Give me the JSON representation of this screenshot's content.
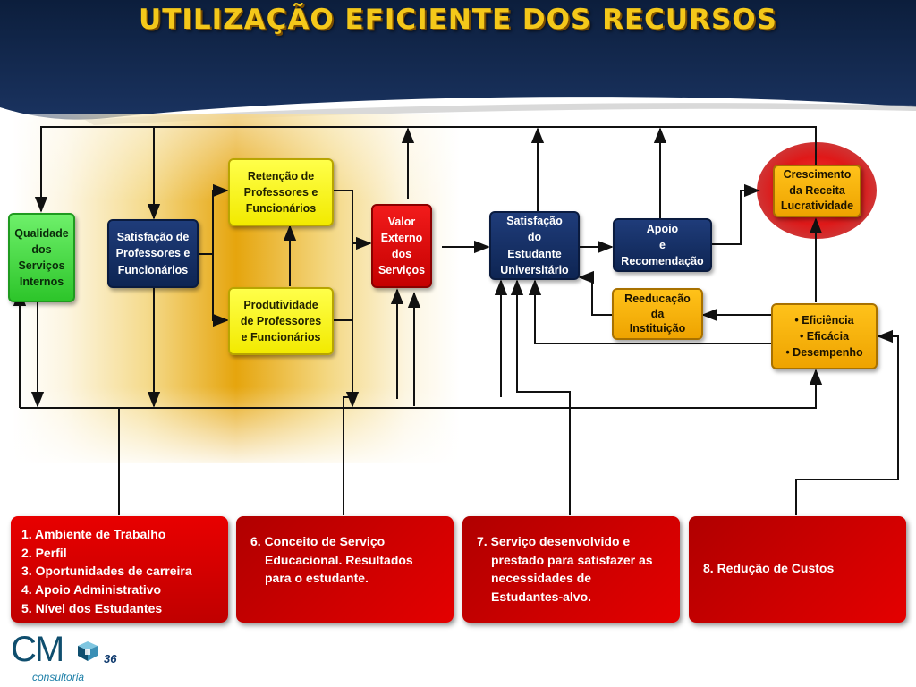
{
  "title": "UTILIZAÇÃO EFICIENTE DOS RECURSOS",
  "colors": {
    "header_navy": "#13294b",
    "title_gold": "#f4c81a",
    "navy_box": "#102a5c",
    "green_box": "#3ed63a",
    "yellow_box": "#ffff22",
    "red_box": "#e00000",
    "gold_box": "#f4b400",
    "glow": "#e3a600"
  },
  "nodes": {
    "qualidade": [
      "Qualidade",
      "dos",
      "Serviços",
      "Internos"
    ],
    "satisfacao_prof": [
      "Satisfação de",
      "Professores e",
      "Funcionários"
    ],
    "retencao": [
      "Retenção de",
      "Professores e",
      "Funcionários"
    ],
    "produtividade": [
      "Produtividade",
      "de Professores",
      "e Funcionários"
    ],
    "valor_externo": [
      "Valor",
      "Externo",
      "dos",
      "Serviços"
    ],
    "satisfacao_estudante": [
      "Satisfação",
      "do",
      "Estudante",
      "Universitário"
    ],
    "apoio": [
      "Apoio",
      "e",
      "Recomendação"
    ],
    "crescimento": [
      "Crescimento",
      "da Receita",
      "Lucratividade"
    ],
    "reeducacao": [
      "Reeducação",
      "da",
      "Instituição"
    ],
    "eficiencia": [
      "• Eficiência",
      "• Eficácia",
      "• Desempenho"
    ]
  },
  "panels": {
    "p1": [
      "1. Ambiente de Trabalho",
      "2. Perfil",
      "3. Oportunidades de carreira",
      "4. Apoio Administrativo",
      "5. Nível dos Estudantes"
    ],
    "p2": [
      "6. Conceito de Serviço Educacional. Resultados para o estudante."
    ],
    "p3": [
      "7. Serviço desenvolvido e prestado para satisfazer as necessidades de Estudantes-alvo."
    ],
    "p4": [
      "8. Redução de Custos"
    ]
  },
  "logo": {
    "brand": "CM",
    "sub": "consultoria"
  },
  "page_number": "36"
}
